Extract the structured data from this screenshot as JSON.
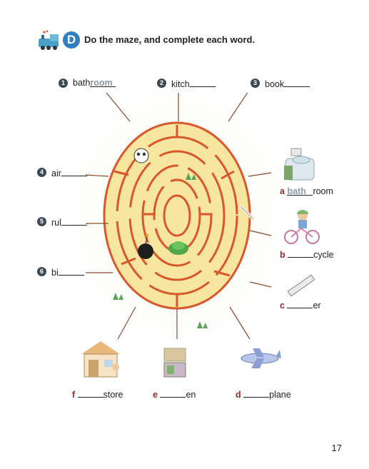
{
  "header": {
    "badge_letter": "D",
    "instruction": "Do the maze, and complete each word."
  },
  "prompts": [
    {
      "number": "1",
      "prefix": "bath",
      "answer": "room"
    },
    {
      "number": "2",
      "prefix": "kitch",
      "answer": ""
    },
    {
      "number": "3",
      "prefix": "book",
      "answer": ""
    },
    {
      "number": "4",
      "prefix": "air",
      "answer": ""
    },
    {
      "number": "5",
      "prefix": "rul",
      "answer": ""
    },
    {
      "number": "6",
      "prefix": "bi",
      "answer": ""
    }
  ],
  "answers": [
    {
      "letter": "a",
      "filled": "bath",
      "suffix": "room"
    },
    {
      "letter": "b",
      "filled": "",
      "suffix": "cycle"
    },
    {
      "letter": "c",
      "filled": "",
      "suffix": "er"
    },
    {
      "letter": "d",
      "filled": "",
      "suffix": "plane"
    },
    {
      "letter": "e",
      "filled": "",
      "suffix": "en"
    },
    {
      "letter": "f",
      "filled": "",
      "suffix": "store"
    }
  ],
  "page_number": "17",
  "colors": {
    "badge": "#2f7fc1",
    "maze_path": "#f7e6a0",
    "maze_wall": "#d9572b",
    "answer_letter": "#a0262a"
  }
}
